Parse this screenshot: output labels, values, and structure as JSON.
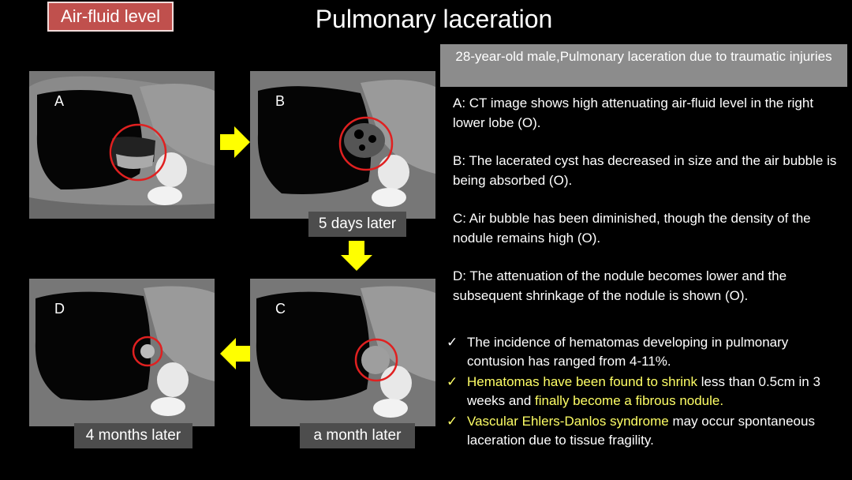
{
  "header": {
    "tag": "Air-fluid level",
    "title": "Pulmonary laceration"
  },
  "patient_box": "28-year-old male,Pulmonary laceration due to traumatic injuries",
  "descriptions": [
    "A: CT image shows high attenuating air-fluid level in the right lower lobe (O).",
    "B: The lacerated cyst has decreased in size and the air bubble is being absorbed (O).",
    "C: Air bubble has been diminished, though the density of the nodule remains high (O).",
    "D: The attenuation of the nodule becomes lower and the subsequent shrinkage of the nodule is shown (O)."
  ],
  "bullets": {
    "b1": "The incidence of hematomas developing in pulmonary contusion has ranged from 4-11%.",
    "b2_hl1": "Hematomas have been found to shrink",
    "b2_mid": " less than 0.5cm in 3 weeks and ",
    "b2_hl2": "finally become a fibrous nodule.",
    "b3_hl": "Vascular Ehlers-Danlos syndrome",
    "b3_rest": " may occur spontaneous laceration due to tissue fragility."
  },
  "images": {
    "a": {
      "letter": "A"
    },
    "b": {
      "letter": "B",
      "caption": "5 days later"
    },
    "c": {
      "letter": "C",
      "caption": "a month later"
    },
    "d": {
      "letter": "D",
      "caption": "4 months later"
    }
  },
  "colors": {
    "tag_bg": "#c0504d",
    "highlight": "#ffff66",
    "arrow": "#ffff00",
    "circle": "#e02020"
  }
}
